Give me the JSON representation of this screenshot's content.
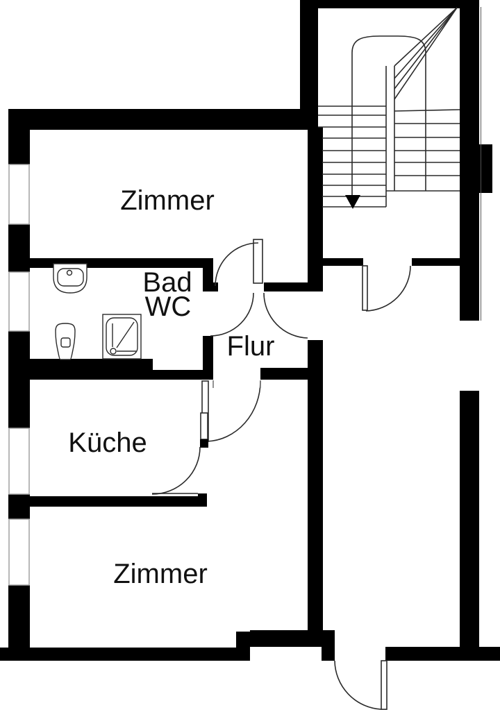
{
  "document": {
    "title": "Wohnungsgrundriss",
    "type": "apartment floor plan, black-and-white architectural drawing"
  },
  "colors": {
    "background": "#ffffff",
    "wall": "#000000",
    "line": "#2a2a2a",
    "window_edge": "#a0a0a0",
    "label": "#111111"
  },
  "labels": {
    "room_top": "Zimmer",
    "bad_line1": "Bad",
    "bad_line2": "WC",
    "hallway": "Flur",
    "kitchen": "Küche",
    "room_bottom": "Zimmer"
  },
  "fixtures": {
    "bathroom": [
      "washbasin",
      "toilet",
      "shower-tray"
    ]
  },
  "stairs": {
    "arrow_icon": "down-arrow",
    "left_flight_steps": 10,
    "right_flight_steps": 7,
    "winder_steps": 4
  }
}
